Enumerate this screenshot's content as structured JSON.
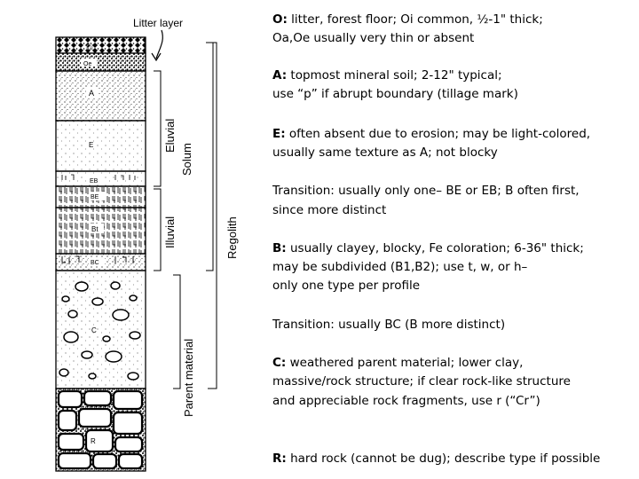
{
  "diagram": {
    "litter_label": "Litter layer",
    "horizon_labels": {
      "Oi": "Oi",
      "Oe": "Oe",
      "A": "A",
      "E": "E",
      "EB": "EB",
      "BE": "BE",
      "Bt": "Bt",
      "BC": "BC",
      "C": "C",
      "R": "R"
    },
    "bracket_labels": {
      "eluvial": "Eluvial",
      "illuvial": "Illuvial",
      "solum": "Solum",
      "regolith": "Regolith",
      "parent_material": "Parent material"
    }
  },
  "horizons": [
    {
      "key": "O",
      "head": "O:",
      "lines": [
        " litter, forest floor; Oi common, ½-1\" thick;",
        "Oa,Oe usually very thin or absent"
      ]
    },
    {
      "key": "A",
      "head": "A:",
      "lines": [
        " topmost mineral soil; 2-12\" typical;",
        "use “p” if abrupt boundary (tillage mark)"
      ]
    },
    {
      "key": "E",
      "head": "E:",
      "lines": [
        " often absent due to erosion; may be light-colored,",
        "usually same texture as A; not blocky"
      ]
    },
    {
      "key": "T1",
      "head": "",
      "lines": [
        "Transition: usually only one– BE or EB; B often first,",
        "since more distinct"
      ]
    },
    {
      "key": "B",
      "head": "B:",
      "lines": [
        " usually clayey, blocky, Fe coloration; 6-36\" thick;",
        "may be subdivided (B1,B2); use t, w, or h–",
        "only one type per profile"
      ]
    },
    {
      "key": "T2",
      "head": "",
      "lines": [
        "Transition: usually BC (B more distinct)"
      ]
    },
    {
      "key": "C",
      "head": "C:",
      "lines": [
        " weathered parent material; lower clay,",
        "massive/rock structure; if clear rock-like structure",
        "and appreciable rock fragments, use r (“Cr”)"
      ]
    },
    {
      "key": "R",
      "head": "R:",
      "lines": [
        " hard rock (cannot be dug); describe type if possible"
      ]
    }
  ]
}
